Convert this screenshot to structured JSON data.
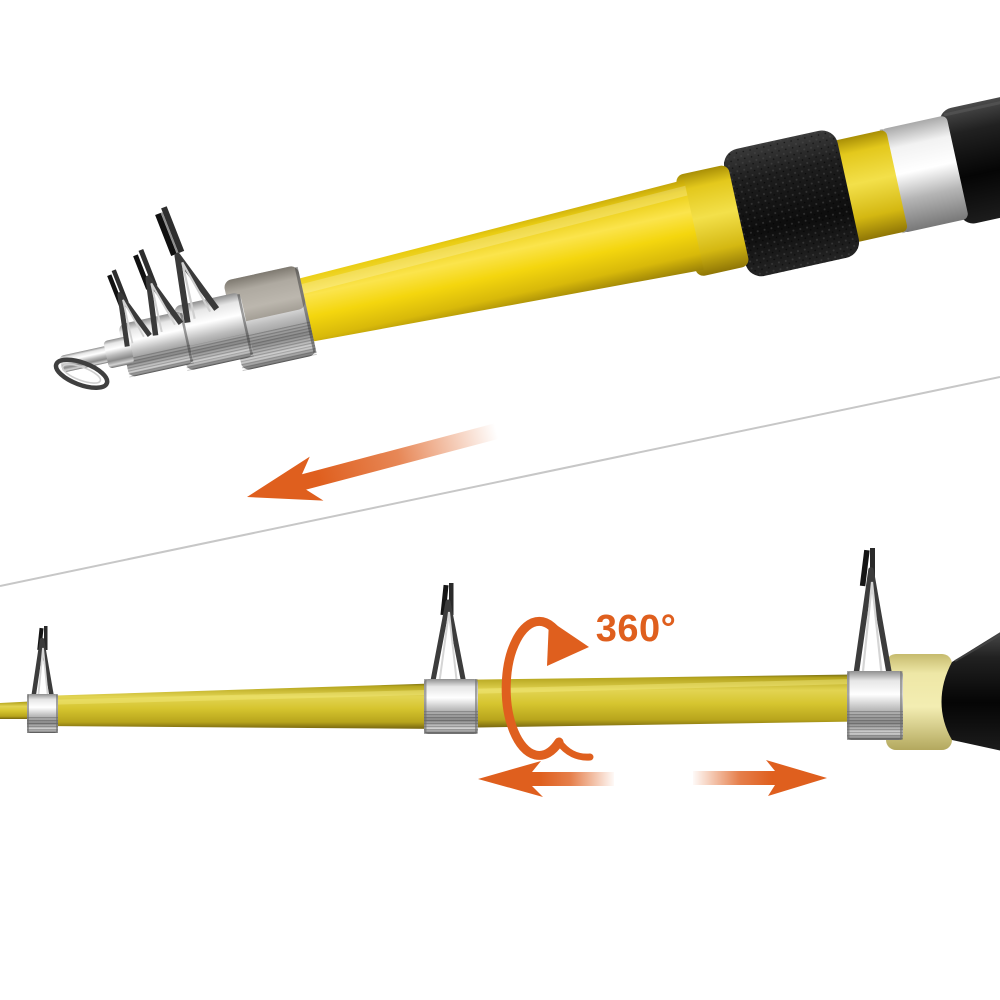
{
  "image": {
    "subject": "telescopic fishing rod, collapsed view above divider and extended view below",
    "background": "#ffffff"
  },
  "annotations": {
    "rotation_label": "360°",
    "collapse_arrow_icon": "arrow-diagonal-left",
    "retract_arrow_icon": "arrow-left",
    "extend_arrow_icon": "arrow-right",
    "rotation_arrow_icon": "rotate-360"
  },
  "colors": {
    "accent_orange": "#DF5F1E",
    "rod_yellow_top": "#F5D70C",
    "rod_yellow_bottom": "#D9C833",
    "band_yellow": "#E9D322",
    "pale_yellow_butt": "#EEE6A0",
    "foam_black": "#161616",
    "metal_silver": "#C9C9C9",
    "divider_gray": "#C7C7C7"
  }
}
